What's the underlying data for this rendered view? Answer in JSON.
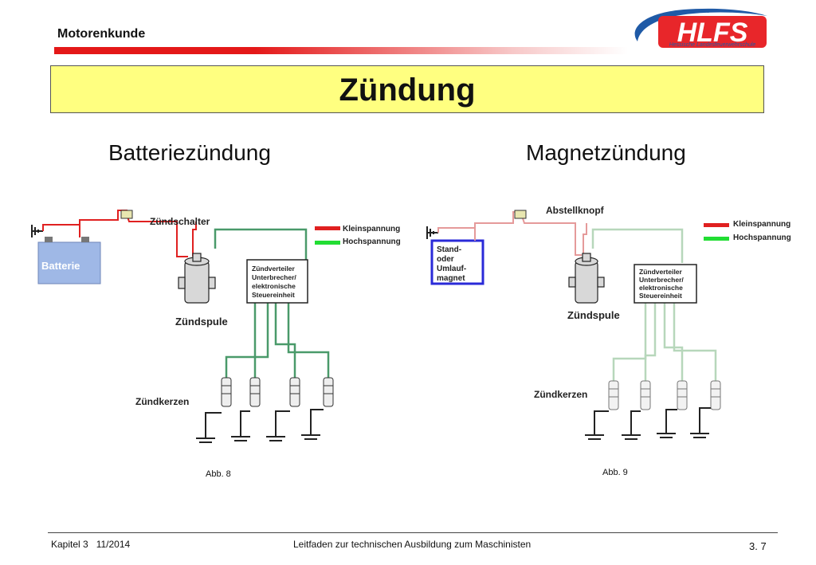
{
  "header": {
    "section": "Motorenkunde"
  },
  "logo": {
    "text": "HLFS",
    "subtitle": "Hessische Landesfeuerwehrschule"
  },
  "title": "Zündung",
  "left": {
    "heading": "Batteriezündung",
    "battery": "Batterie",
    "switch": "Zündschalter",
    "legend_low": "Kleinspannung",
    "legend_high": "Hochspannung",
    "distributor": [
      "Zündverteiler",
      "Unterbrecher/",
      "elektronische",
      "Steuereinheit"
    ],
    "coil": "Zündspule",
    "plugs": "Zündkerzen",
    "caption": "Abb. 8"
  },
  "right": {
    "heading": "Magnetzündung",
    "switch": "Abstellknopf",
    "magnet": [
      "Stand-",
      "oder",
      "Umlauf-",
      "magnet"
    ],
    "legend_low": "Kleinspannung",
    "legend_high": "Hochspannung",
    "distributor": [
      "Zündverteiler",
      "Unterbrecher/",
      "elektronische",
      "Steuereinheit"
    ],
    "coil": "Zündspule",
    "plugs": "Zündkerzen",
    "caption": "Abb. 9"
  },
  "footer": {
    "left": "Kapitel 3   11/2014",
    "center": "Leitfaden zur technischen Ausbildung zum Maschinisten",
    "page": "3. 7"
  },
  "colors": {
    "low_voltage": "#e02020",
    "high_voltage": "#22dd33",
    "title_bg": "#ffff80",
    "logo_red": "#e8262a",
    "logo_blue": "#1f5aa6"
  }
}
